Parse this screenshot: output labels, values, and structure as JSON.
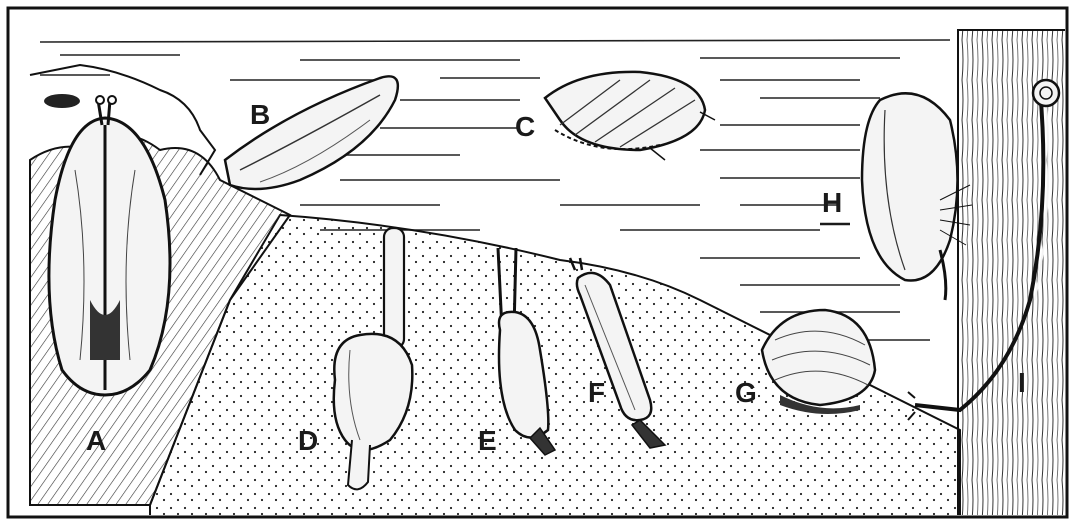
{
  "figure": {
    "labels": {
      "a": "A",
      "b": "B",
      "c": "C",
      "d": "D",
      "e": "E",
      "f": "F",
      "g": "G",
      "h": "H",
      "i": "I"
    }
  },
  "colors": {
    "ink": "#1a1a1a",
    "paper": "#ffffff",
    "sand": "#ffffff"
  }
}
